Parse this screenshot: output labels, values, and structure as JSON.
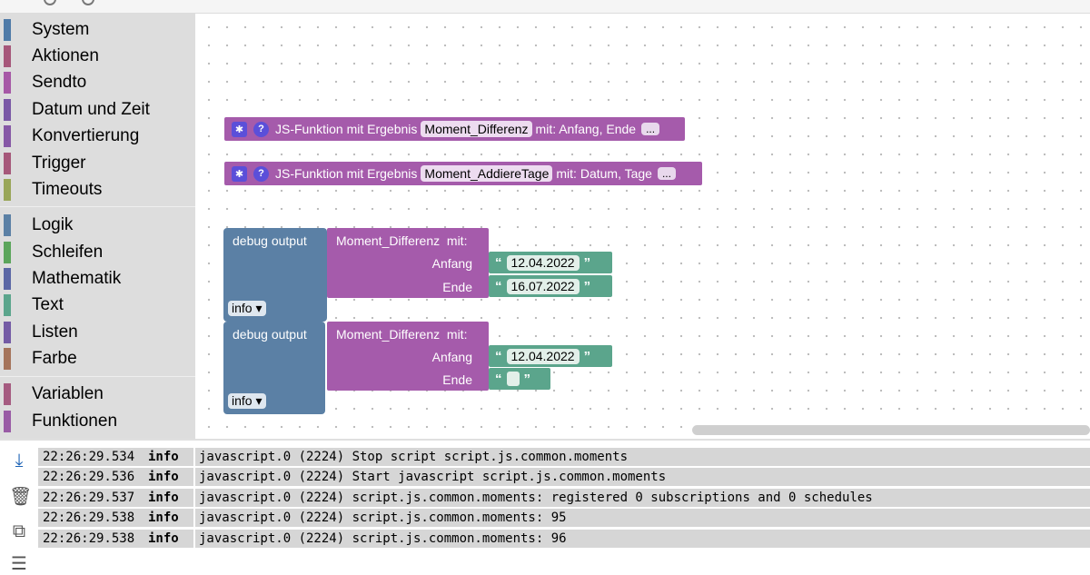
{
  "toolbox": {
    "categories": [
      {
        "label": "System",
        "color": "#4f7ba8"
      },
      {
        "label": "Aktionen",
        "color": "#a6577a"
      },
      {
        "label": "Sendto",
        "color": "#a658a6"
      },
      {
        "label": "Datum und Zeit",
        "color": "#7a58a6"
      },
      {
        "label": "Konvertierung",
        "color": "#8658a6"
      },
      {
        "label": "Trigger",
        "color": "#a6587a"
      },
      {
        "label": "Timeouts",
        "color": "#99a658"
      },
      {
        "label": "Logik",
        "color": "#5b80a5"
      },
      {
        "label": "Schleifen",
        "color": "#5ba55b"
      },
      {
        "label": "Mathematik",
        "color": "#5b67a5"
      },
      {
        "label": "Text",
        "color": "#5ba58c"
      },
      {
        "label": "Listen",
        "color": "#745ba5"
      },
      {
        "label": "Farbe",
        "color": "#a5745b"
      },
      {
        "label": "Variablen",
        "color": "#a55b80"
      },
      {
        "label": "Funktionen",
        "color": "#995ba5"
      }
    ]
  },
  "workspace": {
    "function_defs": [
      {
        "prefix": "JS-Funktion mit Ergebnis",
        "name": "Moment_Differenz",
        "suffix": "mit: Anfang, Ende",
        "more": "..."
      },
      {
        "prefix": "JS-Funktion mit Ergebnis",
        "name": "Moment_AddiereTage",
        "suffix": "mit: Datum, Tage",
        "more": "..."
      }
    ],
    "debug_blocks": [
      {
        "title": "debug output",
        "level": "info ▾",
        "call": "Moment_Differenz  mit:",
        "arg1_label": "Anfang",
        "arg1_value": "12.04.2022",
        "arg2_label": "Ende",
        "arg2_value": "16.07.2022"
      },
      {
        "title": "debug output",
        "level": "info ▾",
        "call": "Moment_Differenz  mit:",
        "arg1_label": "Anfang",
        "arg1_value": "12.04.2022",
        "arg2_label": "Ende",
        "arg2_value": ""
      }
    ],
    "quote_open": "“",
    "quote_close": "”"
  },
  "log": {
    "rows": [
      {
        "time": "22:26:29.534",
        "level": "info",
        "message": "javascript.0 (2224) Stop script script.js.common.moments"
      },
      {
        "time": "22:26:29.536",
        "level": "info",
        "message": "javascript.0 (2224) Start javascript script.js.common.moments"
      },
      {
        "time": "22:26:29.537",
        "level": "info",
        "message": "javascript.0 (2224) script.js.common.moments: registered 0 subscriptions and 0 schedules"
      },
      {
        "time": "22:26:29.538",
        "level": "info",
        "message": "javascript.0 (2224) script.js.common.moments: 95"
      },
      {
        "time": "22:26:29.538",
        "level": "info",
        "message": "javascript.0 (2224) script.js.common.moments: 96"
      }
    ],
    "tools": [
      {
        "icon": "scroll-down-icon"
      },
      {
        "icon": "delete-icon"
      },
      {
        "icon": "copy-icon"
      },
      {
        "icon": "list-icon"
      }
    ]
  }
}
